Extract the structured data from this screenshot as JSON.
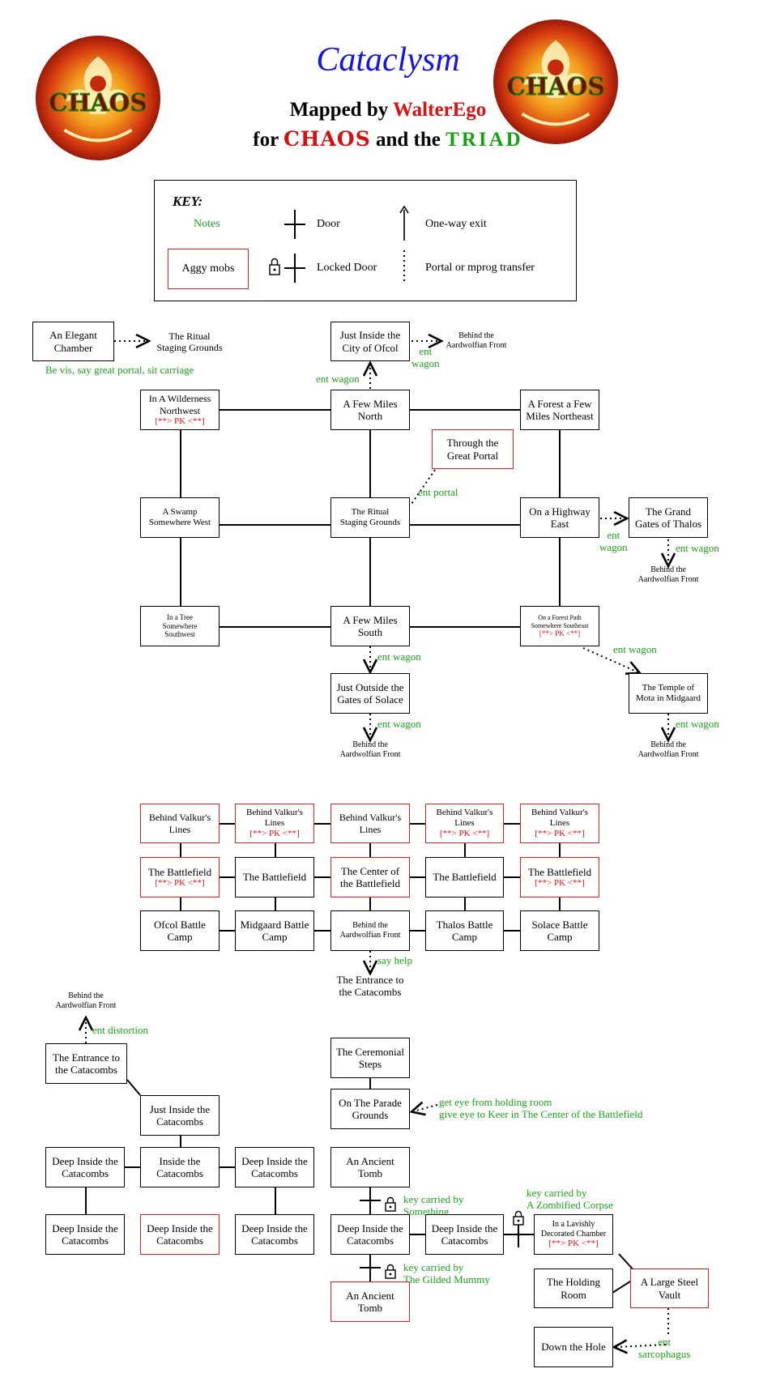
{
  "header": {
    "title": "Cataclysm",
    "mapped_by": "Mapped by",
    "author": "WalterEgo",
    "for_word": "for",
    "guild": "CHAOS",
    "and_the": "and the",
    "clan": "TRIAD",
    "logo_text": "CHAOS"
  },
  "key": {
    "heading": "KEY:",
    "notes": "Notes",
    "aggy": "Aggy mobs",
    "door": "Door",
    "locked_door": "Locked Door",
    "oneway": "One-way exit",
    "portal": "Portal or mprog transfer"
  },
  "rooms": {
    "elegant": "An Elegant\nChamber",
    "ritual_ref": "The Ritual\nStaging Grounds",
    "ofcol_inside": "Just Inside the\nCity of Ofcol",
    "behind_1": "Behind the\nAardwolfian Front",
    "wilderness_nw": "In A Wilderness\nNorthwest",
    "miles_north": "A Few Miles\nNorth",
    "forest_ne": "A Forest a Few\nMiles Northeast",
    "great_portal": "Through the\nGreat Portal",
    "swamp_w": "A Swamp\nSomewhere West",
    "ritual": "The Ritual\nStaging Grounds",
    "highway_e": "On a Highway\nEast",
    "gates_thalos": "The Grand\nGates of Thalos",
    "behind_2": "Behind the\nAardwolfian Front",
    "tree_sw": "In a Tree\nSomewhere\nSouthwest",
    "miles_south": "A Few Miles\nSouth",
    "forest_se": "On a Forest Path\nSomewhere Southeast",
    "temple_mota": "The Temple of\nMota in Midgaard",
    "gates_solace": "Just Outside the\nGates of Solace",
    "behind_3": "Behind the\nAardwolfian Front",
    "behind_4": "Behind the\nAardwolfian Front",
    "bvl_1": "Behind Valkur's\nLines",
    "bvl_2": "Behind Valkur's\nLines",
    "bvl_3": "Behind Valkur's\nLines",
    "bvl_4": "Behind Valkur's\nLines",
    "bvl_5": "Behind Valkur's\nLines",
    "battle_1": "The Battlefield",
    "battle_2": "The Battlefield",
    "battle_center": "The Center of\nthe Battlefield",
    "battle_4": "The Battlefield",
    "battle_5": "The Battlefield",
    "camp_ofcol": "Ofcol Battle\nCamp",
    "camp_midgaard": "Midgaard Battle\nCamp",
    "behind_front": "Behind the\nAardwolfian Front",
    "camp_thalos": "Thalos Battle\nCamp",
    "camp_solace": "Solace Battle\nCamp",
    "entrance_ref": "The Entrance to\nthe Catacombs",
    "behind_5": "Behind the\nAardwolfian Front",
    "entrance": "The Entrance to\nthe Catacombs",
    "ceremonial": "The Ceremonial\nSteps",
    "parade": "On The Parade\nGrounds",
    "just_inside_cat": "Just Inside the\nCatacombs",
    "deep_1": "Deep Inside the\nCatacombs",
    "inside_cat": "Inside the\nCatacombs",
    "deep_2": "Deep Inside the\nCatacombs",
    "ancient_tomb_1": "An Ancient\nTomb",
    "deep_3": "Deep Inside the\nCatacombs",
    "deep_4": "Deep Inside the\nCatacombs",
    "deep_5": "Deep Inside the\nCatacombs",
    "deep_6": "Deep Inside the\nCatacombs",
    "deep_7": "Deep Inside the\nCatacombs",
    "lavish": "In a Lavishly\nDecorated Chamber",
    "ancient_tomb_2": "An Ancient\nTomb",
    "holding": "The Holding\nRoom",
    "steel_vault": "A Large Steel\nVault",
    "down_hole": "Down the Hole"
  },
  "pk": "[**> PK <**]",
  "notes": {
    "be_vis": "Be vis, say great portal, sit carriage",
    "ent_wagon_ofcol_in": "ent wagon",
    "ent_wagon_ofcol_out": "ent\nwagon",
    "ent_portal": "ent portal",
    "ent_wagon_thalos_in": "ent\nwagon",
    "ent_wagon_thalos_out": "ent wagon",
    "ent_wagon_mota_in": "ent wagon",
    "ent_wagon_mota_out": "ent wagon",
    "ent_wagon_solace_in": "ent wagon",
    "ent_wagon_solace_out": "ent wagon",
    "say_help": "say help",
    "ent_distortion": "ent distortion",
    "get_eye": "get eye from holding room\ngive eye to Keer in The Center of the Battlefield",
    "key_something": "key carried by\nSomething",
    "key_corpse": "key carried by\nA Zombified Corpse",
    "key_mummy": "key carried by\nThe Gilded Mummy",
    "ent_sarcophagus": "ent\nsarcophagus"
  },
  "colors": {
    "note_green": "#1aa21a",
    "aggy_red": "#e02020",
    "title_blue": "#1414e6"
  }
}
